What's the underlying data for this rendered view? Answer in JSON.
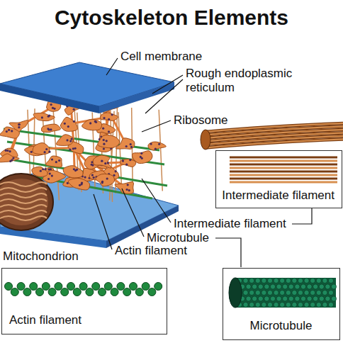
{
  "diagram": {
    "title": "Cytoskeleton Elements",
    "nodes": [
      {
        "text": [
          "Intermediate filament"
        ]
      },
      {
        "text": [
          "Actin filament"
        ]
      },
      {
        "text": [
          "Microtubule"
        ]
      }
    ],
    "labels": [
      "Cell membrane",
      "Rough endoplasmic reticulum",
      "Ribosome",
      "Intermediate filament",
      "Microtubule",
      "Actin filament",
      "Mitochondrion"
    ]
  }
}
